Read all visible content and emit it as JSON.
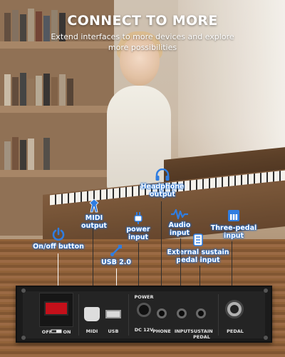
{
  "headline": "CONNECT TO MORE",
  "subline": "Extend interfaces to more devices and explore more possibilities",
  "callouts": {
    "headphone": "Headphone output",
    "midi": "MIDI output",
    "power": "power input",
    "audio": "Audio input",
    "three_pedal": "Three-pedal input",
    "onoff": "On/off button",
    "usb": "USB 2.0",
    "sustain": "External sustain pedal input"
  },
  "panel": {
    "off": "OFF",
    "on": "ON",
    "midi": "MIDI",
    "usb": "USB",
    "power": "POWER",
    "rating": "DC 12V",
    "phone": "PHONE",
    "input": "INPUT",
    "sustain_pedal": "SUSTAIN PEDAL",
    "pedal": "PEDAL"
  },
  "colors": {
    "callout_glow": "#1d6fd6",
    "icon_blue": "#2f7de1",
    "panel": "#1b1b1b",
    "switch": "#c4101a"
  },
  "icons": [
    "headphone-icon",
    "midi-icon",
    "power-plug-icon",
    "audio-wave-icon",
    "three-pedal-icon",
    "power-button-icon",
    "usb-icon",
    "sustain-pedal-icon"
  ]
}
